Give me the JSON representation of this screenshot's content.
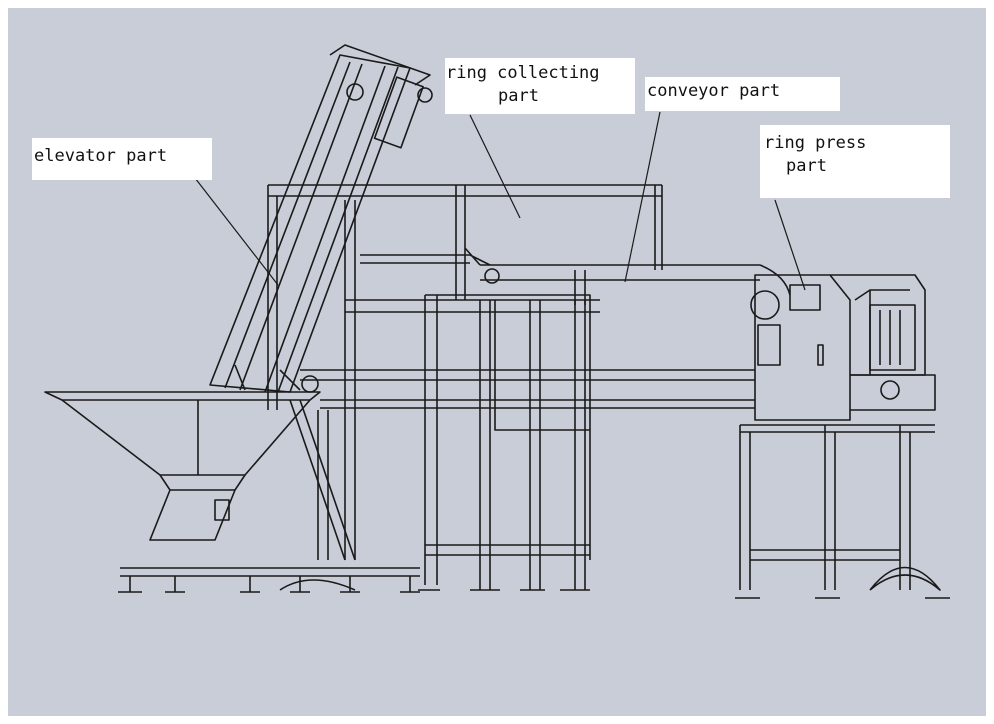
{
  "labels": {
    "elevator": "elevator part",
    "ring_collecting_line1": "ring collecting",
    "ring_collecting_line2": "part",
    "conveyor": "conveyor part",
    "ring_press_line1": "ring press",
    "ring_press_line2": "part"
  },
  "colors": {
    "background": "#c8cdd7",
    "line": "#1a1a1a",
    "label_bg": "#ffffff"
  }
}
